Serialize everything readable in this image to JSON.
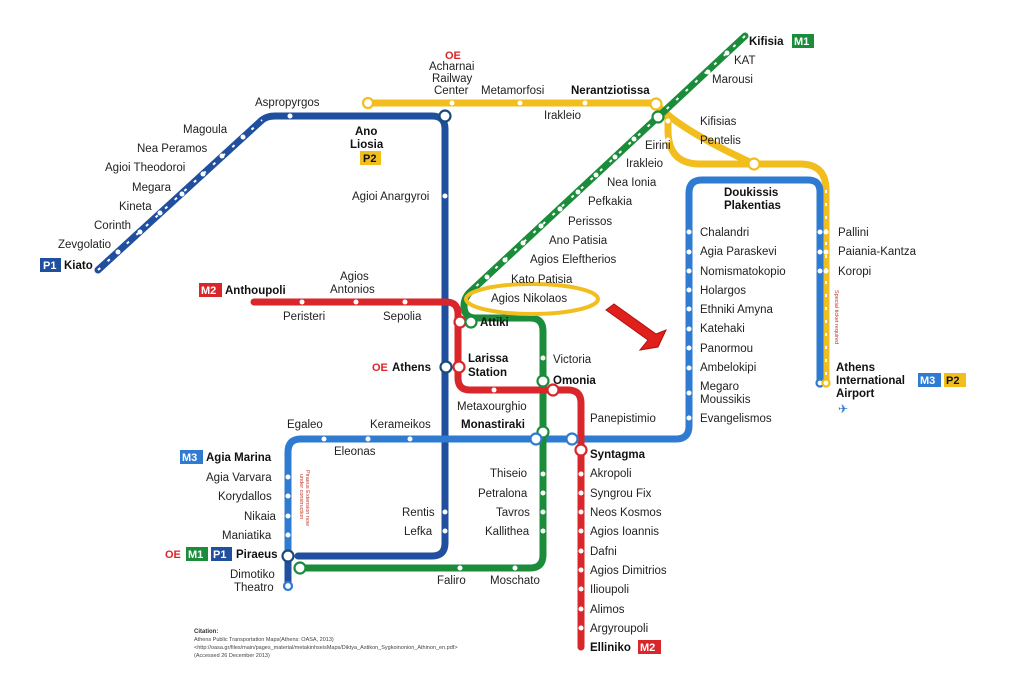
{
  "colors": {
    "m1": "#1a8c3a",
    "m2": "#d9262b",
    "m3": "#2e7bd1",
    "p1": "#1f4f9e",
    "p2": "#f2be1e",
    "highlight": "#f2be1e",
    "arrow": "#e0201b"
  },
  "badges": {
    "m1": "M1",
    "m2": "M2",
    "m3": "M3",
    "p1": "P1",
    "p2": "P2",
    "ose": "OE"
  },
  "stations": {
    "kiato": "Kiato",
    "zevgolatio": "Zevgolatio",
    "corinth": "Corinth",
    "kineta": "Kineta",
    "megara": "Megara",
    "agioi_theodoroi": "Agioi Theodoroi",
    "nea_peramos": "Nea Peramos",
    "magoula": "Magoula",
    "aspropyrgos": "Aspropyrgos",
    "ano_liosia_1": "Ano",
    "ano_liosia_2": "Liosia",
    "acharnai_1": "Acharnai",
    "acharnai_2": "Railway",
    "acharnai_3": "Center",
    "metamorfosi": "Metamorfosi",
    "nerantziotissa": "Nerantziotissa",
    "irakleio_p2": "Irakleio",
    "kifisia": "Kifisia",
    "kat": "KAT",
    "marousi": "Marousi",
    "kifisias": "Kifisias",
    "pentelis": "Pentelis",
    "eirini": "Eirini",
    "irakleio_m1": "Irakleio",
    "nea_ionia": "Nea Ionia",
    "pefkakia": "Pefkakia",
    "perissos": "Perissos",
    "ano_patisia": "Ano Patisia",
    "agios_eleftherios": "Agios Eleftherios",
    "kato_patisia": "Kato Patisia",
    "agios_nikolaos": "Agios Nikolaos",
    "agioi_anargyroi": "Agioi Anargyroi",
    "anthoupoli": "Anthoupoli",
    "agios_antonios_1": "Agios",
    "agios_antonios_2": "Antonios",
    "peristeri": "Peristeri",
    "sepolia": "Sepolia",
    "attiki": "Attiki",
    "athens": "Athens",
    "larissa_1": "Larissa",
    "larissa_2": "Station",
    "victoria": "Victoria",
    "omonia": "Omonia",
    "metaxourghio": "Metaxourghio",
    "monastiraki": "Monastiraki",
    "panepistimio": "Panepistimio",
    "kerameikos": "Kerameikos",
    "egaleo": "Egaleo",
    "eleonas": "Eleonas",
    "agia_marina": "Agia Marina",
    "agia_varvara": "Agia Varvara",
    "korydallos": "Korydallos",
    "nikaia": "Nikaia",
    "maniatika": "Maniatika",
    "piraeus": "Piraeus",
    "dimotiko_1": "Dimotiko",
    "dimotiko_2": "Theatro",
    "rentis": "Rentis",
    "lefka": "Lefka",
    "thiseio": "Thiseio",
    "petralona": "Petralona",
    "tavros": "Tavros",
    "kallithea": "Kallithea",
    "faliro": "Faliro",
    "moschato": "Moschato",
    "syntagma": "Syntagma",
    "akropoli": "Akropoli",
    "syngrou_fix": "Syngrou Fix",
    "neos_kosmos": "Neos Kosmos",
    "agios_ioannis": "Agios Ioannis",
    "dafni": "Dafni",
    "agios_dimitrios": "Agios Dimitrios",
    "ilioupoli": "Ilioupoli",
    "alimos": "Alimos",
    "argyroupoli": "Argyroupoli",
    "elliniko": "Elliniko",
    "doukissis_1": "Doukissis",
    "doukissis_2": "Plakentias",
    "chalandri": "Chalandri",
    "agia_paraskevi": "Agia Paraskevi",
    "nomismatokopio": "Nomismatokopio",
    "holargos": "Holargos",
    "ethniki_amyna": "Ethniki Amyna",
    "katehaki": "Katehaki",
    "panormou": "Panormou",
    "ambelokipi": "Ambelokipi",
    "megaro_1": "Megaro",
    "megaro_2": "Moussikis",
    "evangelismos": "Evangelismos",
    "pallini": "Pallini",
    "paiania": "Paiania-Kantza",
    "koropi": "Koropi",
    "airport_1": "Athens",
    "airport_2": "International",
    "airport_3": "Airport"
  },
  "notes": {
    "piraeus_extension_1": "Piraeus Extension now",
    "piraeus_extension_2": "under construction",
    "airport_ticket": "Special ticket required"
  },
  "citation": {
    "title": "Citation:",
    "line1": "Athens Public Transportation Maps(Athens: OASA, 2013)",
    "line2": "<http://oasa.gr/files/main/pages_material/metakinhseisMaps/Diktya_Astikon_Sygkoinonion_Athinon_en.pdf>",
    "line3": "(Accessed 26 December 2013)"
  }
}
